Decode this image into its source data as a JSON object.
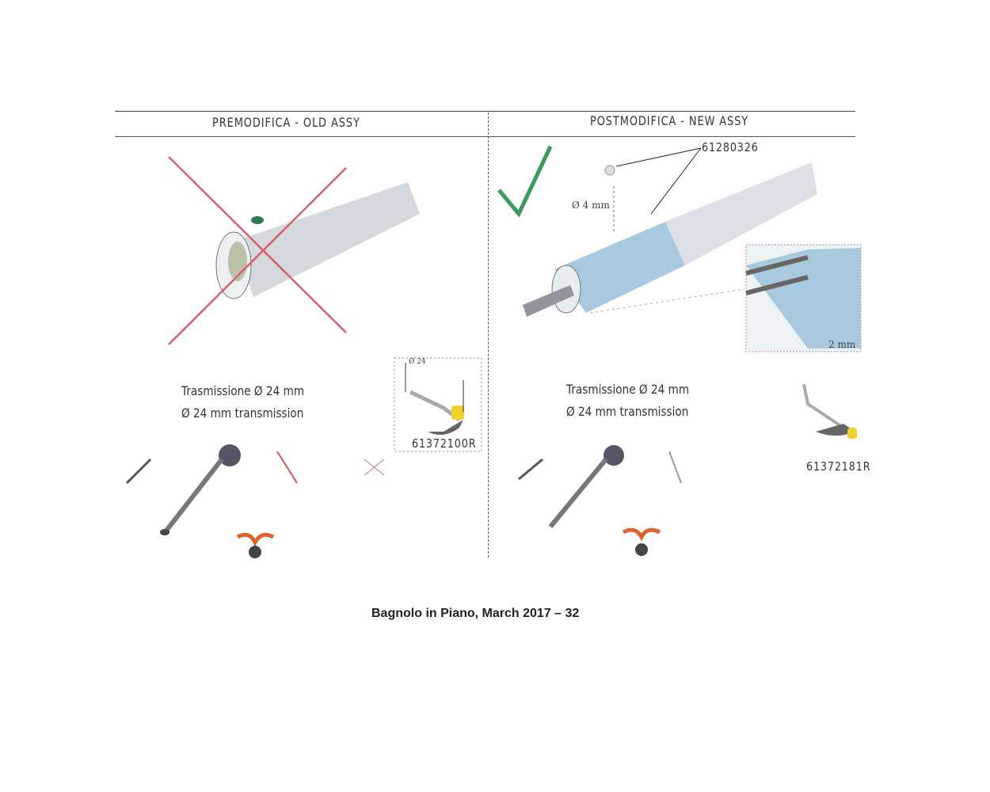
{
  "header": {
    "left_title": "PREMODIFICA - OLD ASSY",
    "right_title": "POSTMODIFICA - NEW ASSY"
  },
  "left": {
    "caption_line1": "Trasmissione Ø 24 mm",
    "caption_line2": "Ø 24 mm transmission",
    "part_number": "61372100R",
    "dim_label": "Ø 24"
  },
  "right": {
    "part_number_top": "61280326",
    "dim_4mm": "Ø 4 mm",
    "dim_2mm": "2 mm",
    "caption_line1": "Trasmissione Ø 24 mm",
    "caption_line2": "Ø 24 mm transmission",
    "part_number": "61372181R"
  },
  "footer": {
    "text": "Bagnolo in Piano, March 2017 – 32"
  },
  "colors": {
    "reject": "#d9606a",
    "approve": "#3a9a5a",
    "tube": "#cfd6de",
    "sleeve": "#a9c9de"
  }
}
